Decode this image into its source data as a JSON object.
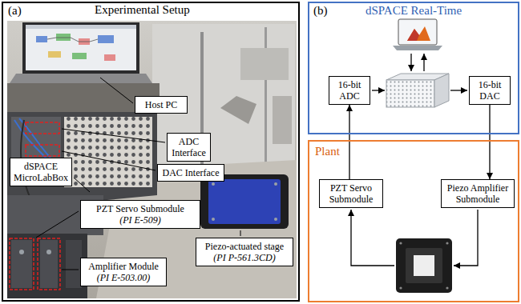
{
  "diagram": {
    "nodes": [
      {
        "text": [
          "(a)",
          "Experimental Setup"
        ]
      },
      {
        "text": [
          "Host PC"
        ],
        "in": 0
      },
      {
        "text": [
          "ADC Interface"
        ],
        "in": 0
      },
      {
        "text": [
          "DAC Interface"
        ],
        "in": 0
      },
      {
        "text": [
          "dSPACE MicroLabBox"
        ],
        "in": 0
      },
      {
        "text": [
          "PZT Servo Submodule",
          "(PI E-509)"
        ],
        "in": 0
      },
      {
        "text": [
          "Piezo-actuated stage",
          "(PI P-561.3CD)"
        ],
        "in": 0
      },
      {
        "text": [
          "Amplifier Module",
          "(PI E-503.00)"
        ],
        "in": 0
      },
      {
        "text": [
          "(b)",
          "dSPACE Real-Time"
        ]
      },
      {
        "text": [
          "16-bit ADC"
        ],
        "in": 8
      },
      {
        "text": [
          "16-bit DAC"
        ],
        "in": 8
      },
      {
        "text": [
          "Plant"
        ]
      },
      {
        "text": [
          "PZT Servo Submodule"
        ],
        "in": 11
      },
      {
        "text": [
          "Piezo Amplifier Submodule"
        ],
        "in": 11
      }
    ],
    "edges": [
      {
        "from": 10,
        "to": 13,
        "arrow": "to"
      },
      {
        "from": 12,
        "to": 9,
        "arrow": "to"
      }
    ]
  }
}
